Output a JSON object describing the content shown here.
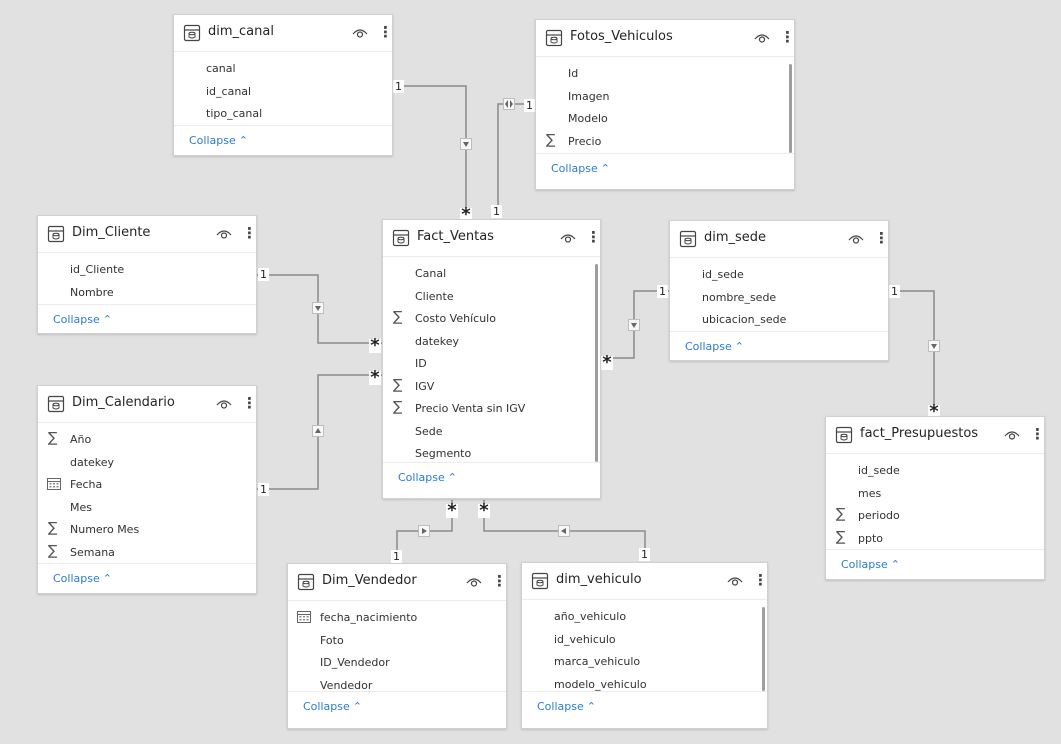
{
  "collapse_label": "Collapse",
  "tables": {
    "dim_canal": {
      "title": "dim_canal",
      "fields": [
        {
          "name": "canal",
          "type": "text"
        },
        {
          "name": "id_canal",
          "type": "text"
        },
        {
          "name": "tipo_canal",
          "type": "text"
        }
      ]
    },
    "fotos_vehiculos": {
      "title": "Fotos_Vehiculos",
      "fields": [
        {
          "name": "Id",
          "type": "text"
        },
        {
          "name": "Imagen",
          "type": "text"
        },
        {
          "name": "Modelo",
          "type": "text"
        },
        {
          "name": "Precio",
          "type": "sum"
        }
      ]
    },
    "dim_cliente": {
      "title": "Dim_Cliente",
      "fields": [
        {
          "name": "id_Cliente",
          "type": "text"
        },
        {
          "name": "Nombre",
          "type": "text"
        }
      ]
    },
    "fact_ventas": {
      "title": "Fact_Ventas",
      "fields": [
        {
          "name": "Canal",
          "type": "text"
        },
        {
          "name": "Cliente",
          "type": "text"
        },
        {
          "name": "Costo Vehículo",
          "type": "sum"
        },
        {
          "name": "datekey",
          "type": "text"
        },
        {
          "name": "ID",
          "type": "text"
        },
        {
          "name": "IGV",
          "type": "sum"
        },
        {
          "name": "Precio Venta sin IGV",
          "type": "sum"
        },
        {
          "name": "Sede",
          "type": "text"
        },
        {
          "name": "Segmento",
          "type": "text"
        }
      ]
    },
    "dim_sede": {
      "title": "dim_sede",
      "fields": [
        {
          "name": "id_sede",
          "type": "text"
        },
        {
          "name": "nombre_sede",
          "type": "text"
        },
        {
          "name": "ubicacion_sede",
          "type": "text"
        }
      ]
    },
    "dim_calendario": {
      "title": "Dim_Calendario",
      "fields": [
        {
          "name": "Año",
          "type": "sum"
        },
        {
          "name": "datekey",
          "type": "text"
        },
        {
          "name": "Fecha",
          "type": "date"
        },
        {
          "name": "Mes",
          "type": "text"
        },
        {
          "name": "Numero Mes",
          "type": "sum"
        },
        {
          "name": "Semana",
          "type": "sum"
        }
      ]
    },
    "fact_presupuestos": {
      "title": "fact_Presupuestos",
      "fields": [
        {
          "name": "id_sede",
          "type": "text"
        },
        {
          "name": "mes",
          "type": "text"
        },
        {
          "name": "periodo",
          "type": "sum"
        },
        {
          "name": "ppto",
          "type": "sum"
        }
      ]
    },
    "dim_vendedor": {
      "title": "Dim_Vendedor",
      "fields": [
        {
          "name": "fecha_nacimiento",
          "type": "date"
        },
        {
          "name": "Foto",
          "type": "text"
        },
        {
          "name": "ID_Vendedor",
          "type": "text"
        },
        {
          "name": "Vendedor",
          "type": "text"
        }
      ]
    },
    "dim_vehiculo": {
      "title": "dim_vehiculo",
      "fields": [
        {
          "name": "año_vehiculo",
          "type": "text"
        },
        {
          "name": "id_vehiculo",
          "type": "text"
        },
        {
          "name": "marca_vehiculo",
          "type": "text"
        },
        {
          "name": "modelo_vehiculo",
          "type": "text"
        }
      ]
    }
  },
  "relationships": [
    {
      "from": "dim_canal",
      "to": "fact_ventas",
      "from_card": "1",
      "to_card": "*",
      "direction": "single"
    },
    {
      "from": "fotos_vehiculos",
      "to": "fact_ventas",
      "from_card": "1",
      "to_card": "1",
      "direction": "both"
    },
    {
      "from": "dim_cliente",
      "to": "fact_ventas",
      "from_card": "1",
      "to_card": "*",
      "direction": "single"
    },
    {
      "from": "dim_calendario",
      "to": "fact_ventas",
      "from_card": "1",
      "to_card": "*",
      "direction": "single"
    },
    {
      "from": "dim_sede",
      "to": "fact_ventas",
      "from_card": "1",
      "to_card": "*",
      "direction": "single"
    },
    {
      "from": "dim_sede",
      "to": "fact_presupuestos",
      "from_card": "1",
      "to_card": "*",
      "direction": "single"
    },
    {
      "from": "dim_vendedor",
      "to": "fact_ventas",
      "from_card": "1",
      "to_card": "*",
      "direction": "single"
    },
    {
      "from": "dim_vehiculo",
      "to": "fact_ventas",
      "from_card": "1",
      "to_card": "*",
      "direction": "single"
    }
  ],
  "icons": {
    "table": "table-icon",
    "visibility": "eye-icon",
    "more": "more-options-icon",
    "sum": "sigma-icon",
    "date": "calendar-icon"
  },
  "colors": {
    "canvas": "#e1e1e1",
    "link": "#2b7cd3",
    "line": "#8a8a8a"
  }
}
